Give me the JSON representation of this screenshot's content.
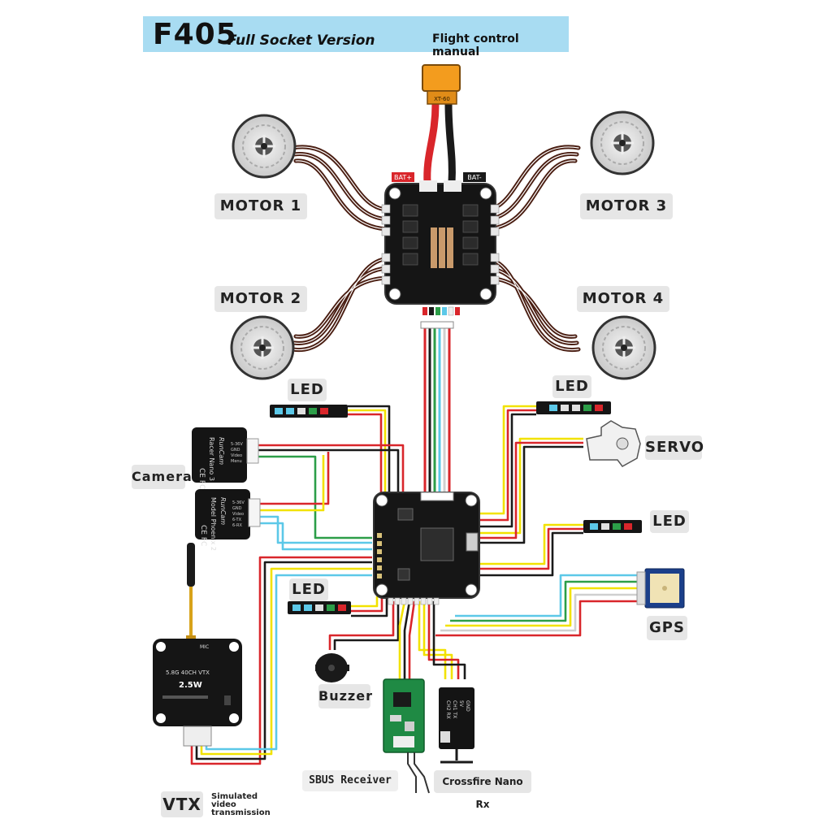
{
  "header": {
    "model": "F405",
    "subtitle": "Full Socket Version",
    "manual": "Flight control manual"
  },
  "power": {
    "connector": "XT-60",
    "bat_pos": "BAT+",
    "bat_neg": "BAT-"
  },
  "motors": [
    "MOTOR 1",
    "MOTOR 2",
    "MOTOR 3",
    "MOTOR 4"
  ],
  "peripherals": {
    "led_top_left": "LED",
    "led_top_right": "LED",
    "led_mid_right": "LED",
    "led_bottom_left": "LED",
    "servo": "SERVO",
    "camera": "Camera",
    "gps": "GPS",
    "buzzer": "Buzzer",
    "sbus": "SBUS  Receiver",
    "crossfire": "Crossfire Nano Rx",
    "vtx": "VTX",
    "vtx_note": "Simulated video transmission"
  },
  "camera_modules": [
    {
      "brand": "RunCam",
      "model": "Racer Nano 3",
      "pins": [
        "5-36V",
        "GND",
        "Video",
        "Menu"
      ]
    },
    {
      "brand": "RunCam",
      "model": "Model Phoenix 2",
      "pins": [
        "5-36V",
        "GND",
        "Video",
        "6-TX",
        "6-RX"
      ]
    }
  ],
  "vtx_module": {
    "title": "5.8G 40CH VTX",
    "power": "2.5W",
    "mic": "MIC"
  },
  "crossfire_pins": [
    "GND",
    "5V",
    "CH1 TX",
    "CH2 RX"
  ],
  "colors": {
    "banner": "#a8dcf2",
    "label_bg": "#e6e6e6",
    "wire_red": "#d9262b",
    "wire_black": "#1a1a1a",
    "wire_yellow": "#f2e200",
    "wire_green": "#2c9e48",
    "wire_blue": "#5cc8e8"
  }
}
